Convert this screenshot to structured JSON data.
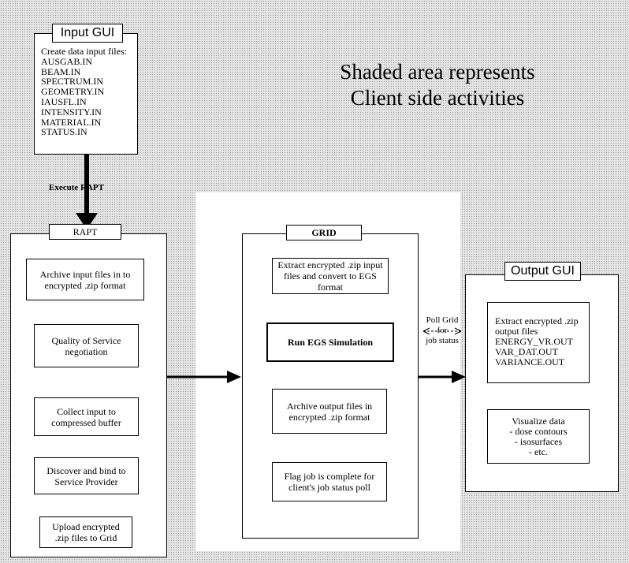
{
  "headline": {
    "line1": "Shaded area represents",
    "line2": "Client side activities"
  },
  "input_gui": {
    "title": "Input GUI",
    "intro": "Create data input files:",
    "files": [
      "AUSGAB.IN",
      "BEAM.IN",
      "SPECTRUM.IN",
      "GEOMETRY.IN",
      "IAUSFL.IN",
      "INTENSITY.IN",
      "MATERIAL.IN",
      "STATUS.IN"
    ]
  },
  "execute_label": "Execute RAPT",
  "rapt": {
    "title": "RAPT",
    "steps": [
      "Archive input files in to encrypted .zip format",
      "Quality of Service negotiation",
      "Collect input to compressed buffer",
      "Discover and bind to Service Provider",
      "Upload encrypted .zip files to Grid"
    ]
  },
  "grid": {
    "title": "GRID",
    "steps": [
      "Extract encrypted .zip input files and convert to EGS format",
      "Run EGS Simulation",
      "Archive output files in encrypted .zip format",
      "Flag job is complete for client's job status poll"
    ]
  },
  "poll_label": {
    "line1": "Poll Grid",
    "line2": "for",
    "line3": "job status"
  },
  "output_gui": {
    "title": "Output GUI",
    "extract_intro": "Extract encrypted .zip output files",
    "files": [
      "ENERGY_VR.OUT",
      "VAR_DAT.OUT",
      "VARIANCE.OUT"
    ],
    "visualize_title": "Visualize data",
    "visualize_items": [
      "- dose contours",
      "- isosurfaces",
      "- etc."
    ]
  }
}
